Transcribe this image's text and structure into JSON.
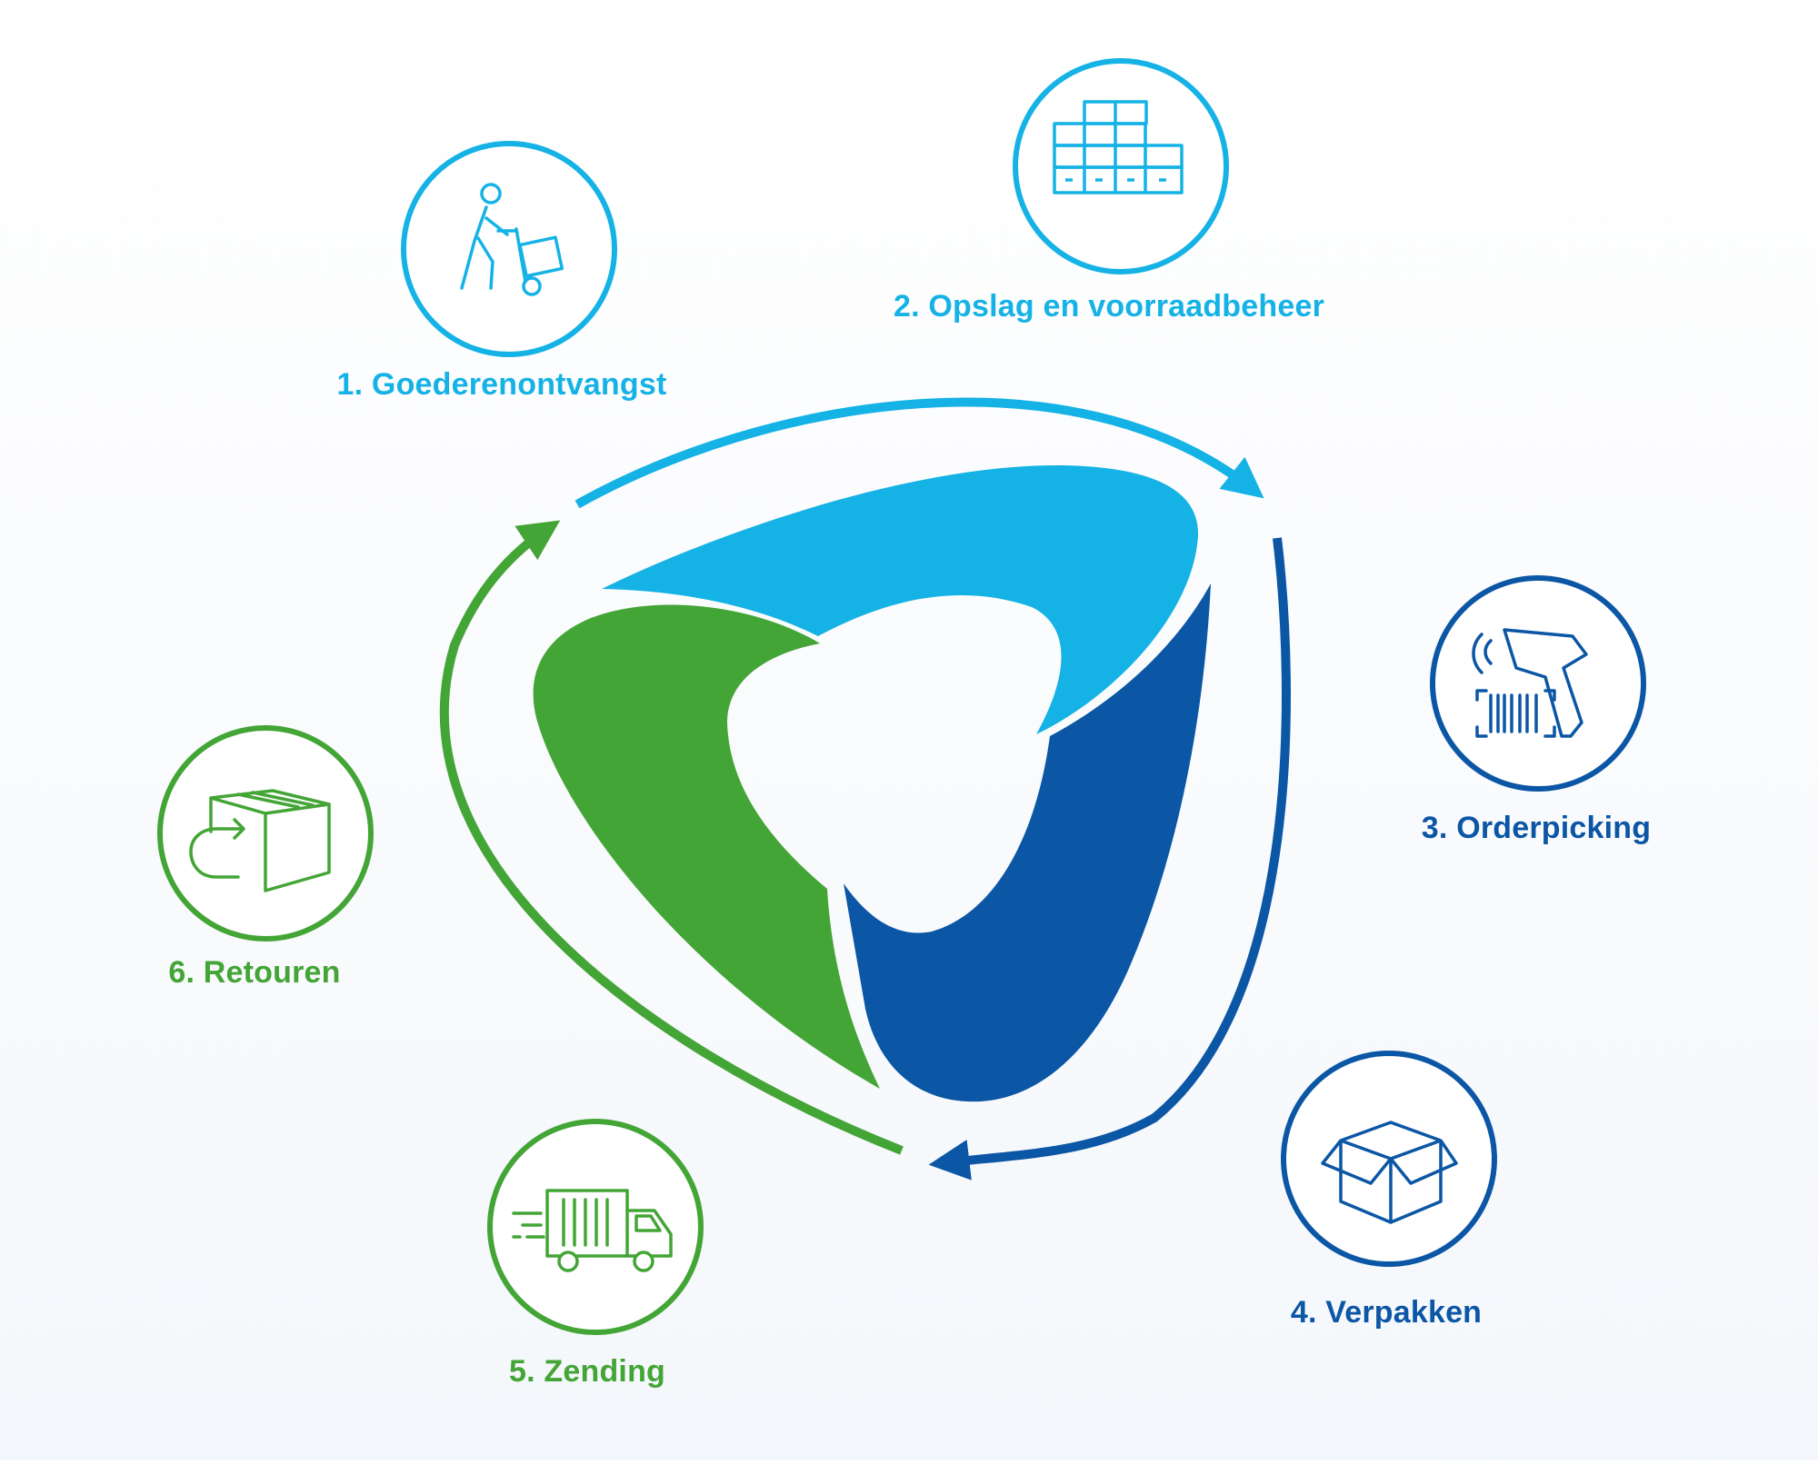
{
  "colors": {
    "light_blue": "#15b2e6",
    "dark_blue": "#0b56a5",
    "green": "#44a537",
    "background": "#f4f7fb"
  },
  "steps": [
    {
      "label": "1. Goederenontvangst",
      "icon": "hand-truck-worker-icon",
      "color": "#15b2e6"
    },
    {
      "label": "2. Opslag en voorraadbeheer",
      "icon": "stacked-boxes-icon",
      "color": "#15b2e6"
    },
    {
      "label": "3. Orderpicking",
      "icon": "barcode-scanner-icon",
      "color": "#0b56a5"
    },
    {
      "label": "4. Verpakken",
      "icon": "open-box-icon",
      "color": "#0b56a5"
    },
    {
      "label": "5. Zending",
      "icon": "delivery-truck-icon",
      "color": "#44a537"
    },
    {
      "label": "6. Retouren",
      "icon": "return-box-icon",
      "color": "#44a537"
    }
  ]
}
